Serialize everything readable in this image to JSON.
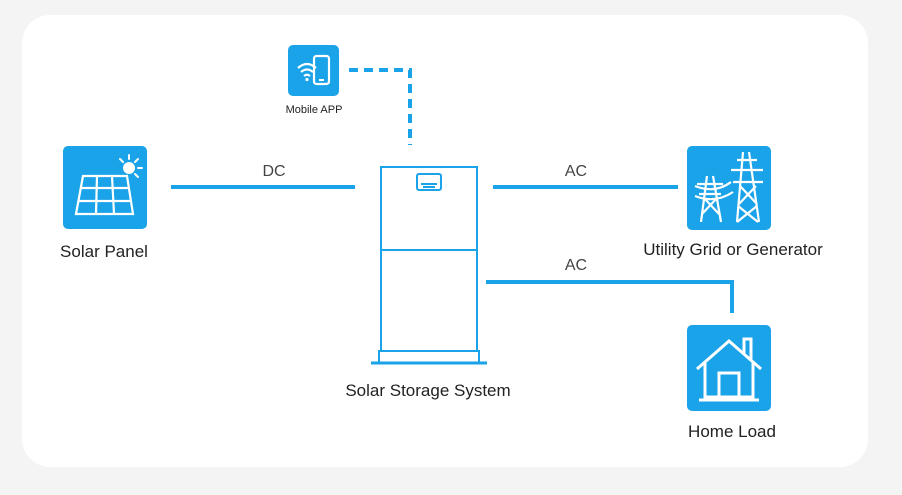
{
  "nodes": {
    "mobile_app": {
      "label": "Mobile APP",
      "icon": "phone-wifi-icon"
    },
    "solar_panel": {
      "label": "Solar Panel",
      "icon": "solar-panel-icon"
    },
    "storage": {
      "label": "Solar Storage System",
      "icon": "battery-cabinet-icon"
    },
    "grid": {
      "label": "Utility Grid or Generator",
      "icon": "transmission-tower-icon"
    },
    "home": {
      "label": "Home Load",
      "icon": "house-icon"
    }
  },
  "connections": {
    "solar_to_storage": {
      "label": "DC"
    },
    "storage_to_grid": {
      "label": "AC"
    },
    "storage_to_home": {
      "label": "AC"
    }
  },
  "colors": {
    "accent": "#1aa3e8",
    "card": "#ffffff",
    "background": "#f4f4f4"
  }
}
